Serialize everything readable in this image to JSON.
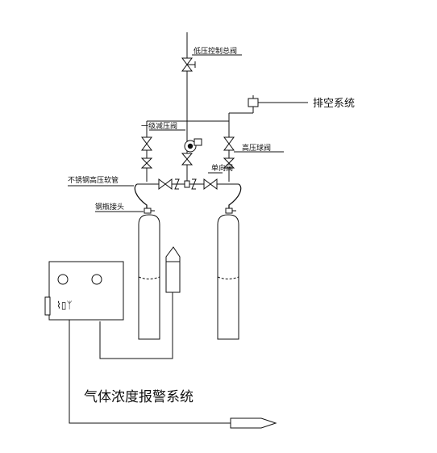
{
  "labels": {
    "low_pressure_main_valve": "低压控制总阀",
    "vent_system": "排空系统",
    "first_stage_regulator": "一级减压阀",
    "high_pressure_ball_valve": "高压球阀",
    "check_valve": "单向阀",
    "stainless_hose": "不锈钢高压软管",
    "cylinder_connector": "钢瓶接头",
    "alarm_system": "气体浓度报警系统"
  },
  "icons": [
    "valve-icon",
    "gauge-icon",
    "pressure-regulator-icon",
    "gas-cylinder-icon",
    "alarm-box-icon",
    "sensor-probe-icon"
  ]
}
